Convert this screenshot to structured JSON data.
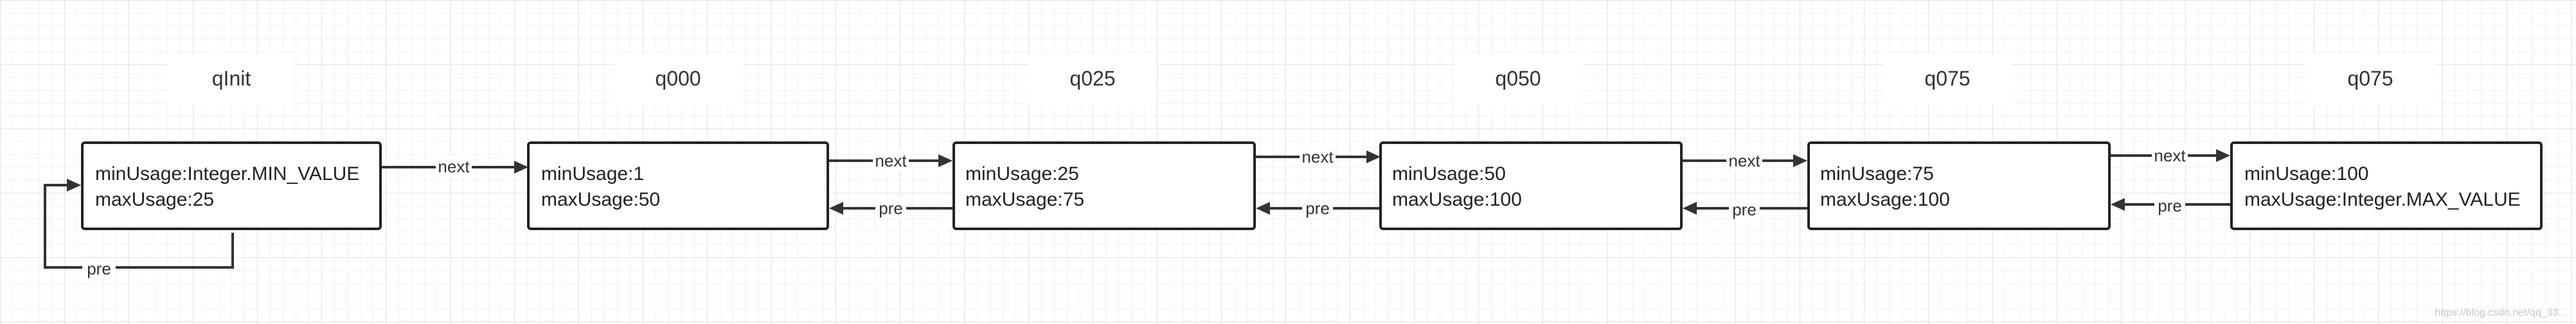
{
  "diagram": {
    "nodes": [
      {
        "id": "qInit",
        "title": "qInit",
        "min_line": "minUsage:Integer.MIN_VALUE",
        "max_line": "maxUsage:25"
      },
      {
        "id": "q000",
        "title": "q000",
        "min_line": "minUsage:1",
        "max_line": "maxUsage:50"
      },
      {
        "id": "q025",
        "title": "q025",
        "min_line": "minUsage:25",
        "max_line": "maxUsage:75"
      },
      {
        "id": "q050",
        "title": "q050",
        "min_line": "minUsage:50",
        "max_line": "maxUsage:100"
      },
      {
        "id": "q075",
        "title": "q075",
        "min_line": "minUsage:75",
        "max_line": "maxUsage:100"
      },
      {
        "id": "q100",
        "title": "q075",
        "min_line": "minUsage:100",
        "max_line": "maxUsage:Integer.MAX_VALUE"
      }
    ],
    "edges": [
      {
        "from": "qInit",
        "to": "q000",
        "label": "next"
      },
      {
        "from": "qInit",
        "to": "qInit",
        "label": "pre"
      },
      {
        "from": "q000",
        "to": "q025",
        "label": "next"
      },
      {
        "from": "q025",
        "to": "q000",
        "label": "pre"
      },
      {
        "from": "q025",
        "to": "q050",
        "label": "next"
      },
      {
        "from": "q050",
        "to": "q025",
        "label": "pre"
      },
      {
        "from": "q050",
        "to": "q075",
        "label": "next"
      },
      {
        "from": "q075",
        "to": "q050",
        "label": "pre"
      },
      {
        "from": "q075",
        "to": "q100",
        "label": "next"
      },
      {
        "from": "q100",
        "to": "q075",
        "label": "pre"
      }
    ],
    "watermark": "https://blog.csdn.net/qq_33..."
  }
}
